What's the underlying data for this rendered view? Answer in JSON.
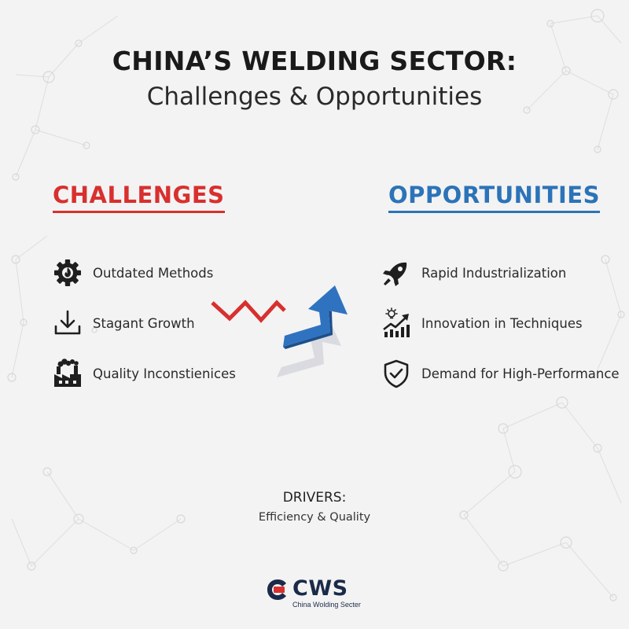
{
  "header": {
    "title": "CHINA’S WELDING SECTOR:",
    "subtitle": "Challenges & Opportunities"
  },
  "challenges": {
    "heading": "CHALLENGES",
    "accent_color": "#d8302e",
    "items": [
      {
        "label": "Outdated Methods",
        "icon": "gear-flame-icon"
      },
      {
        "label": "Stagant Growth",
        "icon": "download-tray-icon"
      },
      {
        "label": "Quality Inconstienices",
        "icon": "factory-smoke-icon"
      }
    ]
  },
  "opportunities": {
    "heading": "OPPORTUNITIES",
    "accent_color": "#2c73b8",
    "items": [
      {
        "label": "Rapid Industrialization",
        "icon": "rocket-icon"
      },
      {
        "label": "Innovation in Techniques",
        "icon": "growth-chart-lightbulb-icon"
      },
      {
        "label": "Demand for High-Performance",
        "icon": "shield-check-icon"
      }
    ]
  },
  "transition": {
    "icons": [
      "zigzag-decline-icon",
      "upward-arrow-icon"
    ],
    "colors": {
      "decline": "#d8302e",
      "growth": "#2c73b8"
    }
  },
  "drivers": {
    "title": "DRIVERS:",
    "subtitle": "Efficiency & Quality"
  },
  "logo": {
    "text": "CWS",
    "tagline": "China Wolding Secter",
    "colors": {
      "mark": "#1b2a4a",
      "accent": "#d8302e"
    }
  }
}
